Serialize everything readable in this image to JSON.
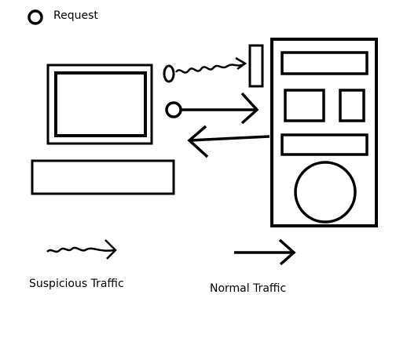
{
  "legend": {
    "request_label": "Request",
    "suspicious_label": "Suspicious Traffic",
    "normal_label": "Normal Traffic"
  },
  "colors": {
    "stroke": "#000000",
    "background": "#ffffff"
  },
  "icons": [
    "request-circle-icon",
    "computer-icon",
    "keyboard-icon",
    "server-icon",
    "suspicious-arrow-icon",
    "normal-arrow-icon",
    "firewall-block-icon"
  ]
}
